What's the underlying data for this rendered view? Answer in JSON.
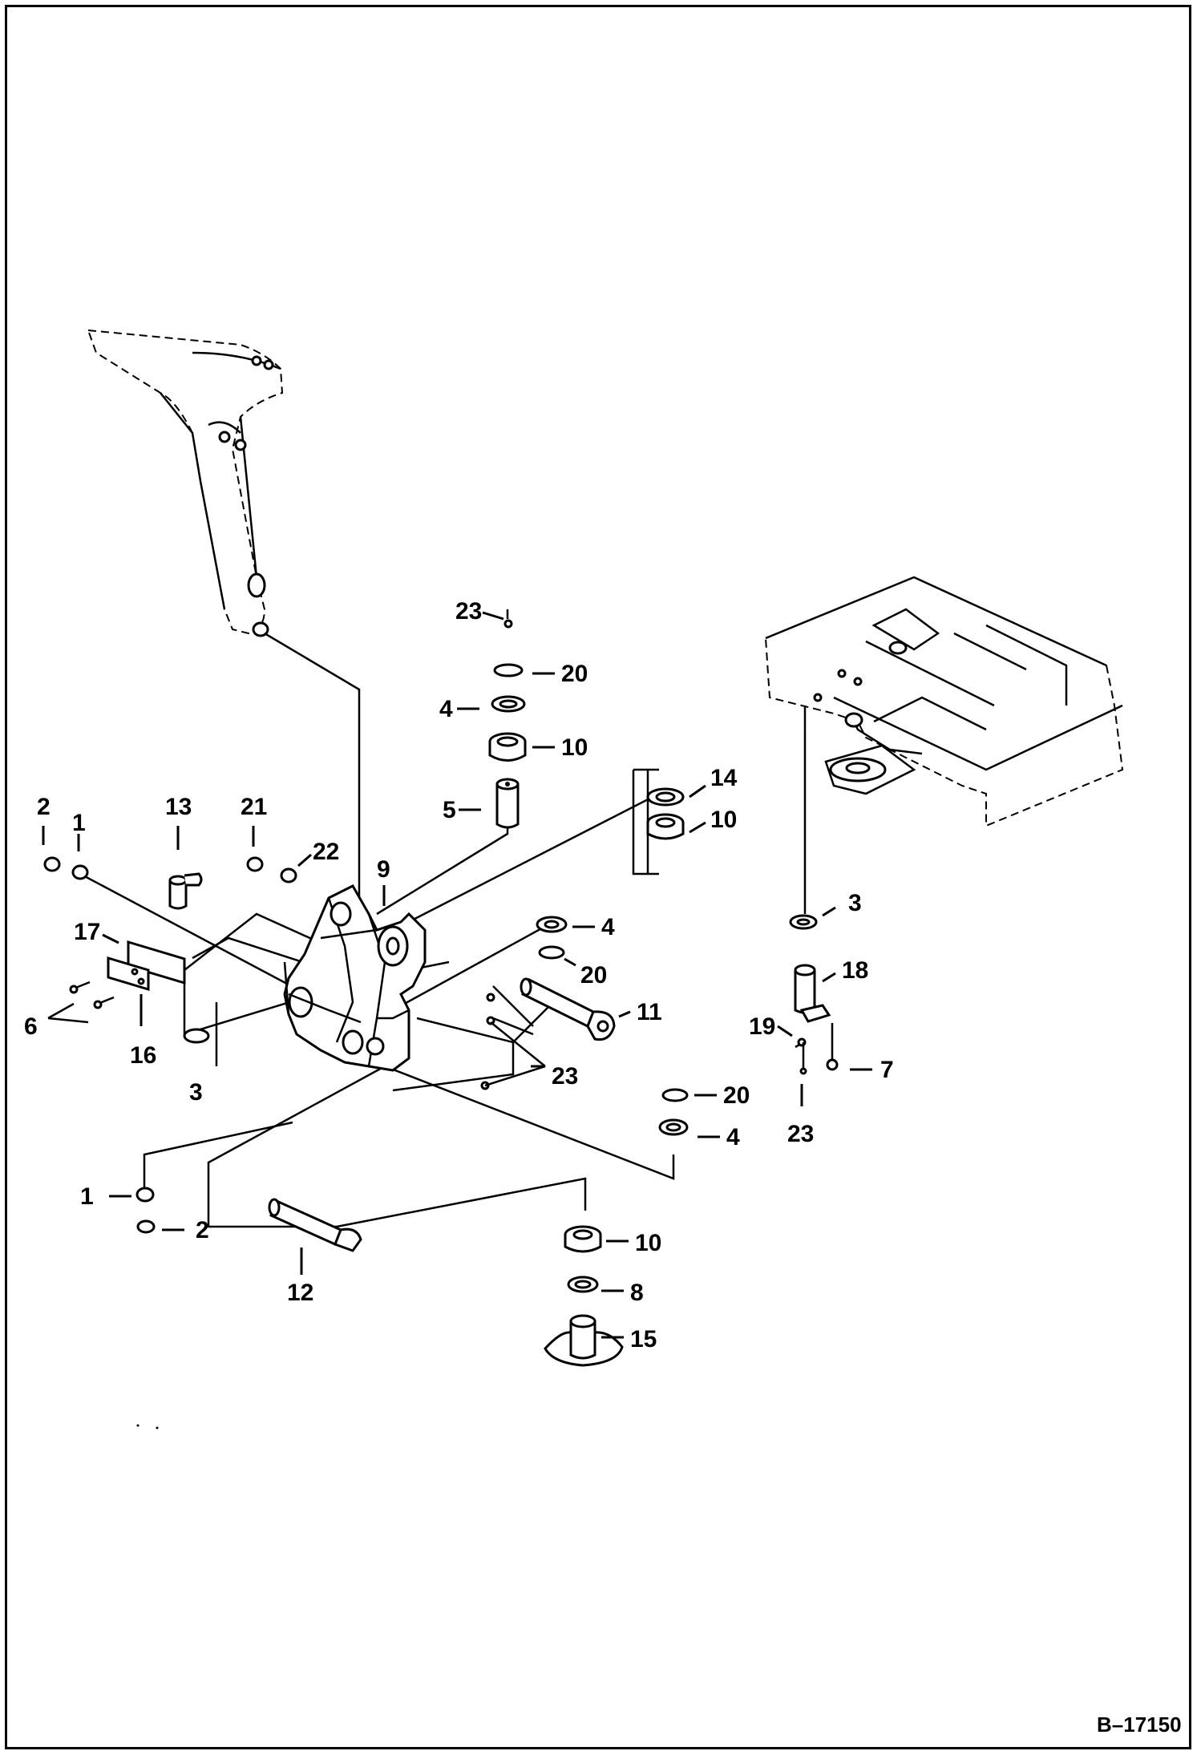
{
  "diagram": {
    "reference_code": "B–17150",
    "callouts": [
      {
        "id": "c23a",
        "text": "23"
      },
      {
        "id": "c20a",
        "text": "20"
      },
      {
        "id": "c4a",
        "text": "4"
      },
      {
        "id": "c10a",
        "text": "10"
      },
      {
        "id": "c5",
        "text": "5"
      },
      {
        "id": "c14",
        "text": "14"
      },
      {
        "id": "c10b",
        "text": "10"
      },
      {
        "id": "c2a",
        "text": "2"
      },
      {
        "id": "c1a",
        "text": "1"
      },
      {
        "id": "c13",
        "text": "13"
      },
      {
        "id": "c21",
        "text": "21"
      },
      {
        "id": "c22",
        "text": "22"
      },
      {
        "id": "c9",
        "text": "9"
      },
      {
        "id": "c17",
        "text": "17"
      },
      {
        "id": "c6",
        "text": "6"
      },
      {
        "id": "c16",
        "text": "16"
      },
      {
        "id": "c3a",
        "text": "3"
      },
      {
        "id": "c4b",
        "text": "4"
      },
      {
        "id": "c20b",
        "text": "20"
      },
      {
        "id": "c11",
        "text": "11"
      },
      {
        "id": "c23b",
        "text": "23"
      },
      {
        "id": "c20c",
        "text": "20"
      },
      {
        "id": "c4c",
        "text": "4"
      },
      {
        "id": "c1b",
        "text": "1"
      },
      {
        "id": "c2b",
        "text": "2"
      },
      {
        "id": "c12",
        "text": "12"
      },
      {
        "id": "c10c",
        "text": "10"
      },
      {
        "id": "c8",
        "text": "8"
      },
      {
        "id": "c15",
        "text": "15"
      },
      {
        "id": "c3b",
        "text": "3"
      },
      {
        "id": "c18",
        "text": "18"
      },
      {
        "id": "c19",
        "text": "19"
      },
      {
        "id": "c7",
        "text": "7"
      },
      {
        "id": "c23c",
        "text": "23"
      }
    ]
  }
}
